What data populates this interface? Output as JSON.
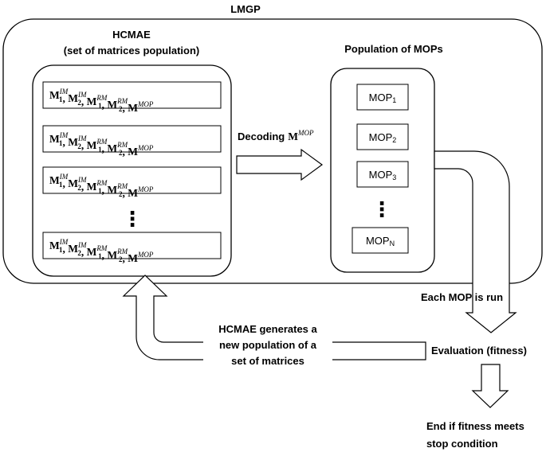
{
  "outer_title": "LMGP",
  "hcmae_title_1": "HCMAE",
  "hcmae_title_2": "(set of matrices population)",
  "mops_title": "Population of MOPs",
  "matrix_symbol": "M",
  "matrix_rows": [
    {
      "terms": [
        {
          "sub": "1",
          "sup": "IM"
        },
        {
          "sub": "2",
          "sup": "IM"
        },
        {
          "sub": "1",
          "sup": "RM"
        },
        {
          "sub": "2",
          "sup": "RM"
        },
        {
          "sub": "",
          "sup": "MOP"
        }
      ]
    },
    {
      "terms": [
        {
          "sub": "1",
          "sup": "IM"
        },
        {
          "sub": "2",
          "sup": "IM"
        },
        {
          "sub": "1",
          "sup": "RM"
        },
        {
          "sub": "2",
          "sup": "RM"
        },
        {
          "sub": "",
          "sup": "MOP"
        }
      ]
    },
    {
      "terms": [
        {
          "sub": "1",
          "sup": "IM"
        },
        {
          "sub": "2",
          "sup": "IM"
        },
        {
          "sub": "1",
          "sup": "RM"
        },
        {
          "sub": "2",
          "sup": "RM"
        },
        {
          "sub": "",
          "sup": "MOP"
        }
      ]
    },
    {
      "terms": [
        {
          "sub": "1",
          "sup": "IM"
        },
        {
          "sub": "2",
          "sup": "IM"
        },
        {
          "sub": "1",
          "sup": "RM"
        },
        {
          "sub": "2",
          "sup": "RM"
        },
        {
          "sub": "",
          "sup": "MOP"
        }
      ]
    }
  ],
  "ellipsis": "⋮",
  "decoding_label": "Decoding",
  "decoding_symbol": "M",
  "decoding_sup": "MOP",
  "mop_items": [
    {
      "base": "MOP",
      "sub": "1"
    },
    {
      "base": "MOP",
      "sub": "2"
    },
    {
      "base": "MOP",
      "sub": "3"
    },
    {
      "base": "MOP",
      "sub": "N"
    }
  ],
  "each_mop_run": "Each MOP is run",
  "evaluation": "Evaluation (fitness)",
  "hcmae_generates_1": "HCMAE generates a",
  "hcmae_generates_2": "new population of a",
  "hcmae_generates_3": "set of matrices",
  "end_1": "End if fitness meets",
  "end_2": "stop condition"
}
